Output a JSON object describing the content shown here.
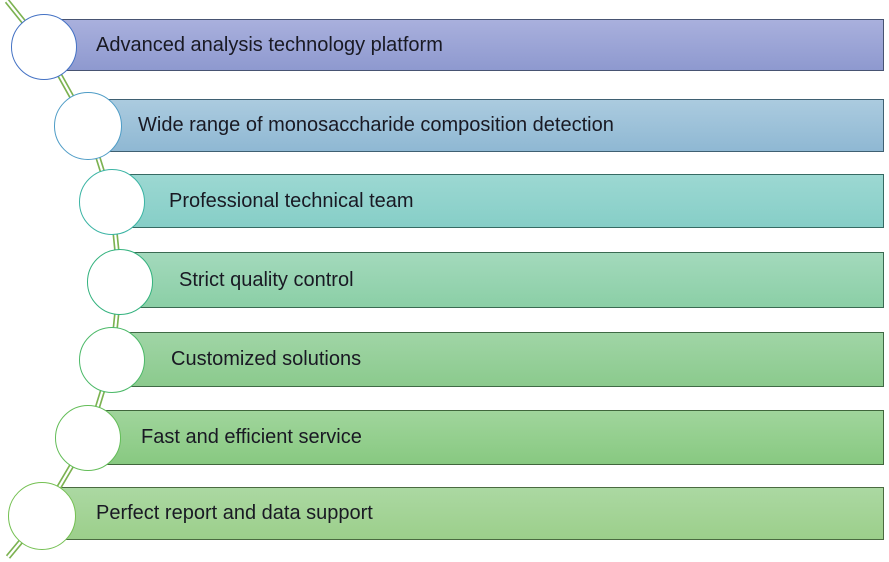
{
  "diagram": {
    "background": "#ffffff",
    "text_color": "#191923",
    "connector": {
      "style": "double-line",
      "color": "#7cb251",
      "gap_color": "#ffffff"
    },
    "items": [
      {
        "label": "Advanced analysis technology platform",
        "fill_top": "#a9b0dd",
        "fill_bottom": "#8e99cf",
        "border": "#475372",
        "circle_border": "#4472c4"
      },
      {
        "label": "Wide range of monosaccharide composition detection",
        "fill_top": "#abcbdf",
        "fill_bottom": "#8fb8d3",
        "border": "#3f6072",
        "circle_border": "#4e9cc6"
      },
      {
        "label": "Professional technical team",
        "fill_top": "#9cd8d2",
        "fill_bottom": "#86cec7",
        "border": "#366a63",
        "circle_border": "#3bb4a4"
      },
      {
        "label": "Strict quality control",
        "fill_top": "#a3d9bc",
        "fill_bottom": "#8bcfa6",
        "border": "#3a6a52",
        "circle_border": "#33b27e"
      },
      {
        "label": "Customized solutions",
        "fill_top": "#a0d5a6",
        "fill_bottom": "#8bca8d",
        "border": "#3f6a45",
        "circle_border": "#4cb968"
      },
      {
        "label": "Fast and efficient service",
        "fill_top": "#a0d59c",
        "fill_bottom": "#88c981",
        "border": "#40663c",
        "circle_border": "#63bd58"
      },
      {
        "label": "Perfect report and data support",
        "fill_top": "#abd8a2",
        "fill_bottom": "#9ccf8b",
        "border": "#4a6b40",
        "circle_border": "#74c052"
      }
    ]
  }
}
